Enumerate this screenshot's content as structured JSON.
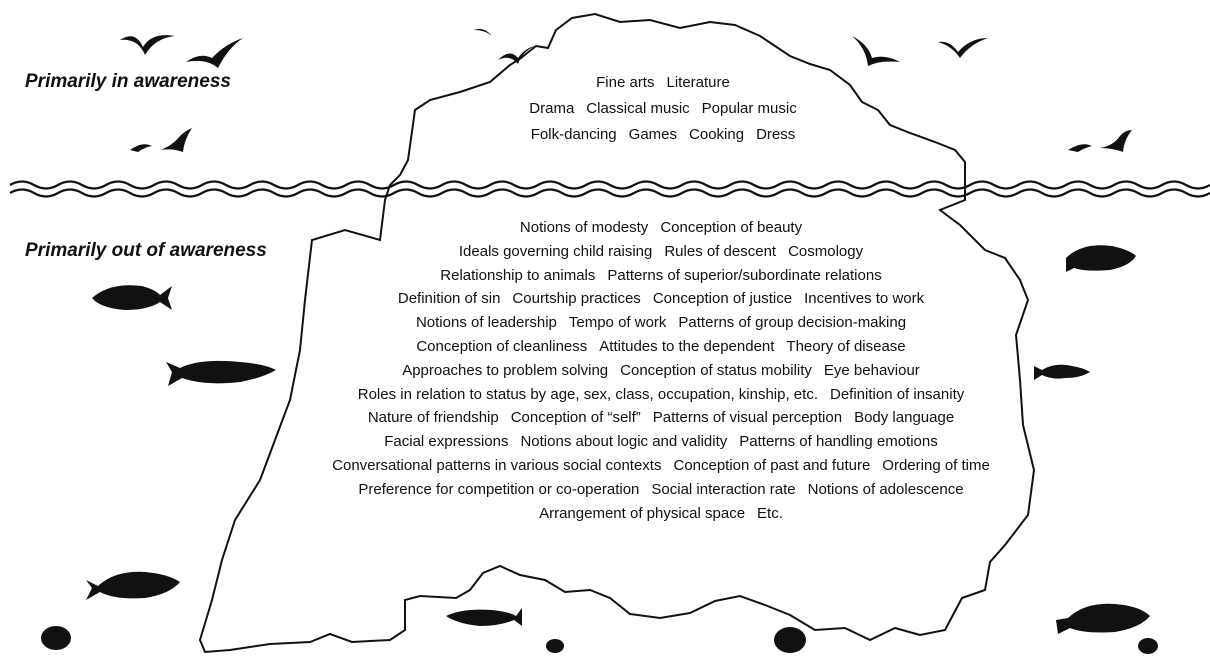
{
  "labels": {
    "above": "Primarily in awareness",
    "below": "Primarily out of awareness"
  },
  "above_rows": [
    [
      "Fine arts",
      "Literature"
    ],
    [
      "Drama",
      "Classical music",
      "Popular music"
    ],
    [
      "Folk-dancing",
      "Games",
      "Cooking",
      "Dress"
    ]
  ],
  "below_rows": [
    [
      "Notions of modesty",
      "Conception of beauty"
    ],
    [
      "Ideals governing child raising",
      "Rules of descent",
      "Cosmology"
    ],
    [
      "Relationship to animals",
      "Patterns of superior/subordinate relations"
    ],
    [
      "Definition of sin",
      "Courtship practices",
      "Conception of justice",
      "Incentives to work"
    ],
    [
      "Notions of leadership",
      "Tempo of work",
      "Patterns of group decision-making"
    ],
    [
      "Conception of cleanliness",
      "Attitudes to the dependent",
      "Theory of disease"
    ],
    [
      "Approaches to problem solving",
      "Conception of status mobility",
      "Eye behaviour"
    ],
    [
      "Roles in relation to status by age, sex, class, occupation, kinship, etc.",
      "Definition of insanity"
    ],
    [
      "Nature of friendship",
      "Conception of “self”",
      "Patterns of visual perception",
      "Body language"
    ],
    [
      "Facial expressions",
      "Notions about logic and validity",
      "Patterns of handling emotions"
    ],
    [
      "Conversational patterns in various social contexts",
      "Conception of past and future",
      "Ordering of time"
    ],
    [
      "Preference for competition or co-operation",
      "Social interaction rate",
      "Notions of adolescence"
    ],
    [
      "Arrangement of physical space",
      "Etc."
    ]
  ]
}
